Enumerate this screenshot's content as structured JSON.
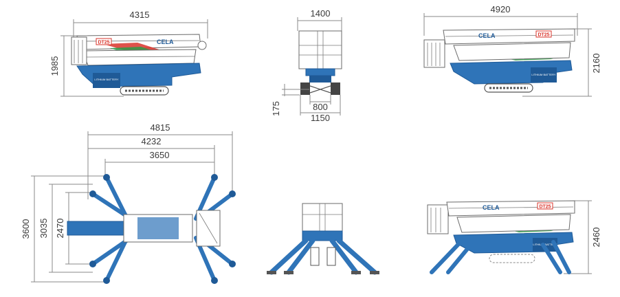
{
  "colors": {
    "machine_blue": "#2f74b8",
    "machine_blue_dark": "#1f5a97",
    "stripe_red": "#d9342b",
    "stripe_green": "#2f9e4a",
    "outline": "#6a6a6a",
    "dimension_line": "#8a8a8a"
  },
  "branding": {
    "logo_text": "CELA",
    "model_badge": "DT25",
    "battery_label": "LITHIUM BATTERY"
  },
  "dimensions": {
    "side_transport_length": "4315",
    "side_transport_height": "1985",
    "front_width": "1400",
    "track_width": "800",
    "track_outer_width": "1150",
    "ground_clearance": "175",
    "side_working_length": "4920",
    "side_working_height": "2160",
    "outrigger_span_max": "4815",
    "outrigger_span_mid": "4232",
    "outrigger_span_min": "3650",
    "outrigger_depth_max": "3600",
    "outrigger_depth_mid": "3035",
    "outrigger_depth_min": "2470",
    "stabilized_height": "2460"
  }
}
